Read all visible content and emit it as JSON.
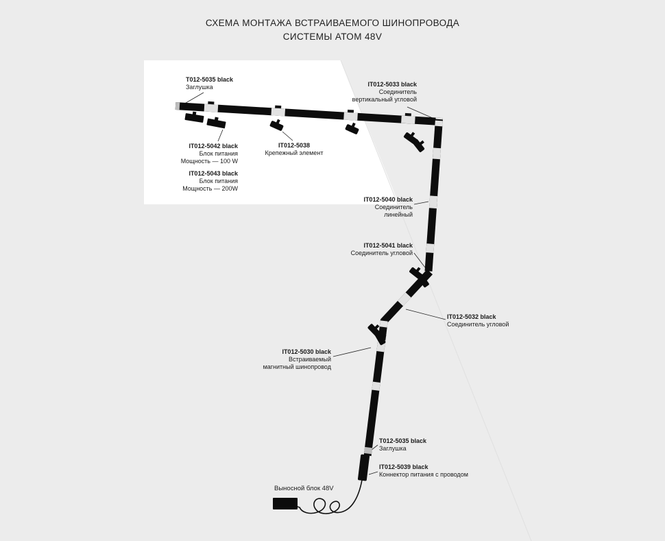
{
  "title": {
    "line1": "СХЕМА МОНТАЖА ВСТРАИВАЕМОГО ШИНОПРОВОДА",
    "line2": "СИСТЕМЫ АТОМ 48V"
  },
  "labels": {
    "cap_top": {
      "part": "T012-5035 black",
      "desc1": "Заглушка"
    },
    "psu_100": {
      "part": "IT012-5042 black",
      "desc1": "Блок питания",
      "desc2": "Мощность — 100 W"
    },
    "psu_200": {
      "part": "IT012-5043 black",
      "desc1": "Блок питания",
      "desc2": "Мощность — 200W"
    },
    "fixing": {
      "part": "IT012-5038",
      "desc1": "Крепежный элемент"
    },
    "corner_vertical": {
      "part": "IT012-5033 black",
      "desc1": "Соединитель",
      "desc2": "вертикальный угловой"
    },
    "linear_connector": {
      "part": "IT012-5040 black",
      "desc1": "Соединитель линейный"
    },
    "corner_1": {
      "part": "IT012-5041 black",
      "desc1": "Соединитель угловой"
    },
    "corner_2": {
      "part": "IT012-5032 black",
      "desc1": "Соединитель угловой"
    },
    "track": {
      "part": "IT012-5030 black",
      "desc1": "Встраиваемый",
      "desc2": "магнитный шинопровод"
    },
    "cap_bottom": {
      "part": "T012-5035 black",
      "desc1": "Заглушка"
    },
    "power_connector": {
      "part": "IT012-5039 black",
      "desc1": "Коннектор питания с проводом"
    },
    "external_block": {
      "text": "Выносной блок 48V"
    }
  },
  "colors": {
    "background": "#ececec",
    "ceiling": "#ffffff",
    "track": "#0d0d0d",
    "connector_band": "#e2e2e2",
    "text": "#1a1a1a"
  }
}
